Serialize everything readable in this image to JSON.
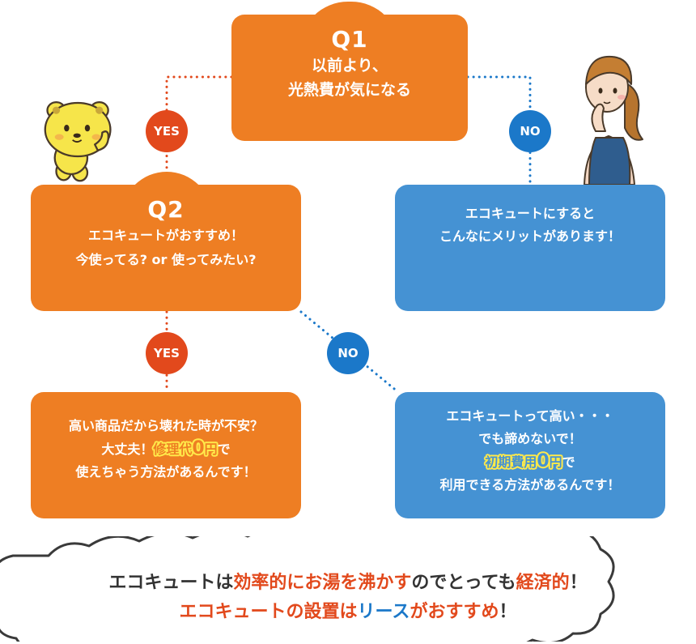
{
  "q1": {
    "title": "Q1",
    "line1": "以前より、",
    "line2": "光熱費が気になる"
  },
  "q2": {
    "title": "Q2",
    "line1": "エコキュートがおすすめ！",
    "line2": "今使ってる? or 使ってみたい?"
  },
  "badges": {
    "q1_yes": "YES",
    "q1_no": "NO",
    "q2_yes": "YES",
    "q2_no": "NO"
  },
  "merit_box": {
    "line1": "エコキュートにすると",
    "line2": "こんなにメリットがあります！"
  },
  "repair_box": {
    "line1": "高い商品だから壊れた時が不安？",
    "line2_pre": "大丈夫！",
    "line2_hl": "修理代",
    "line2_zero": "0",
    "line2_hl2": "円",
    "line2_post": "で",
    "line3": "使えちゃう方法があるんです！"
  },
  "initial_box": {
    "line1": "エコキュートって高い・・・",
    "line2": "でも諦めないで！",
    "line3_hl": "初期費用",
    "line3_zero": "0",
    "line3_hl2": "円",
    "line3_post": "で",
    "line4": "利用できる方法があるんです！"
  },
  "bottom": {
    "l1_a": "エコキュートは",
    "l1_b": "効率的にお湯を沸かす",
    "l1_c": "のでとっても",
    "l1_d": "経済的",
    "l1_e": "！",
    "l2_a": "エコキュートの設置は",
    "l2_b": "リース",
    "l2_c": "が",
    "l2_d": "おすすめ",
    "l2_e": "！"
  },
  "colors": {
    "orange": "#ee7e23",
    "blue": "#4592d3",
    "yes_red": "#e2491c",
    "no_blue": "#1b78c9",
    "highlight_yellow": "#ffe94a"
  },
  "icons": [
    "bear-mascot-icon",
    "thinking-woman-icon"
  ]
}
